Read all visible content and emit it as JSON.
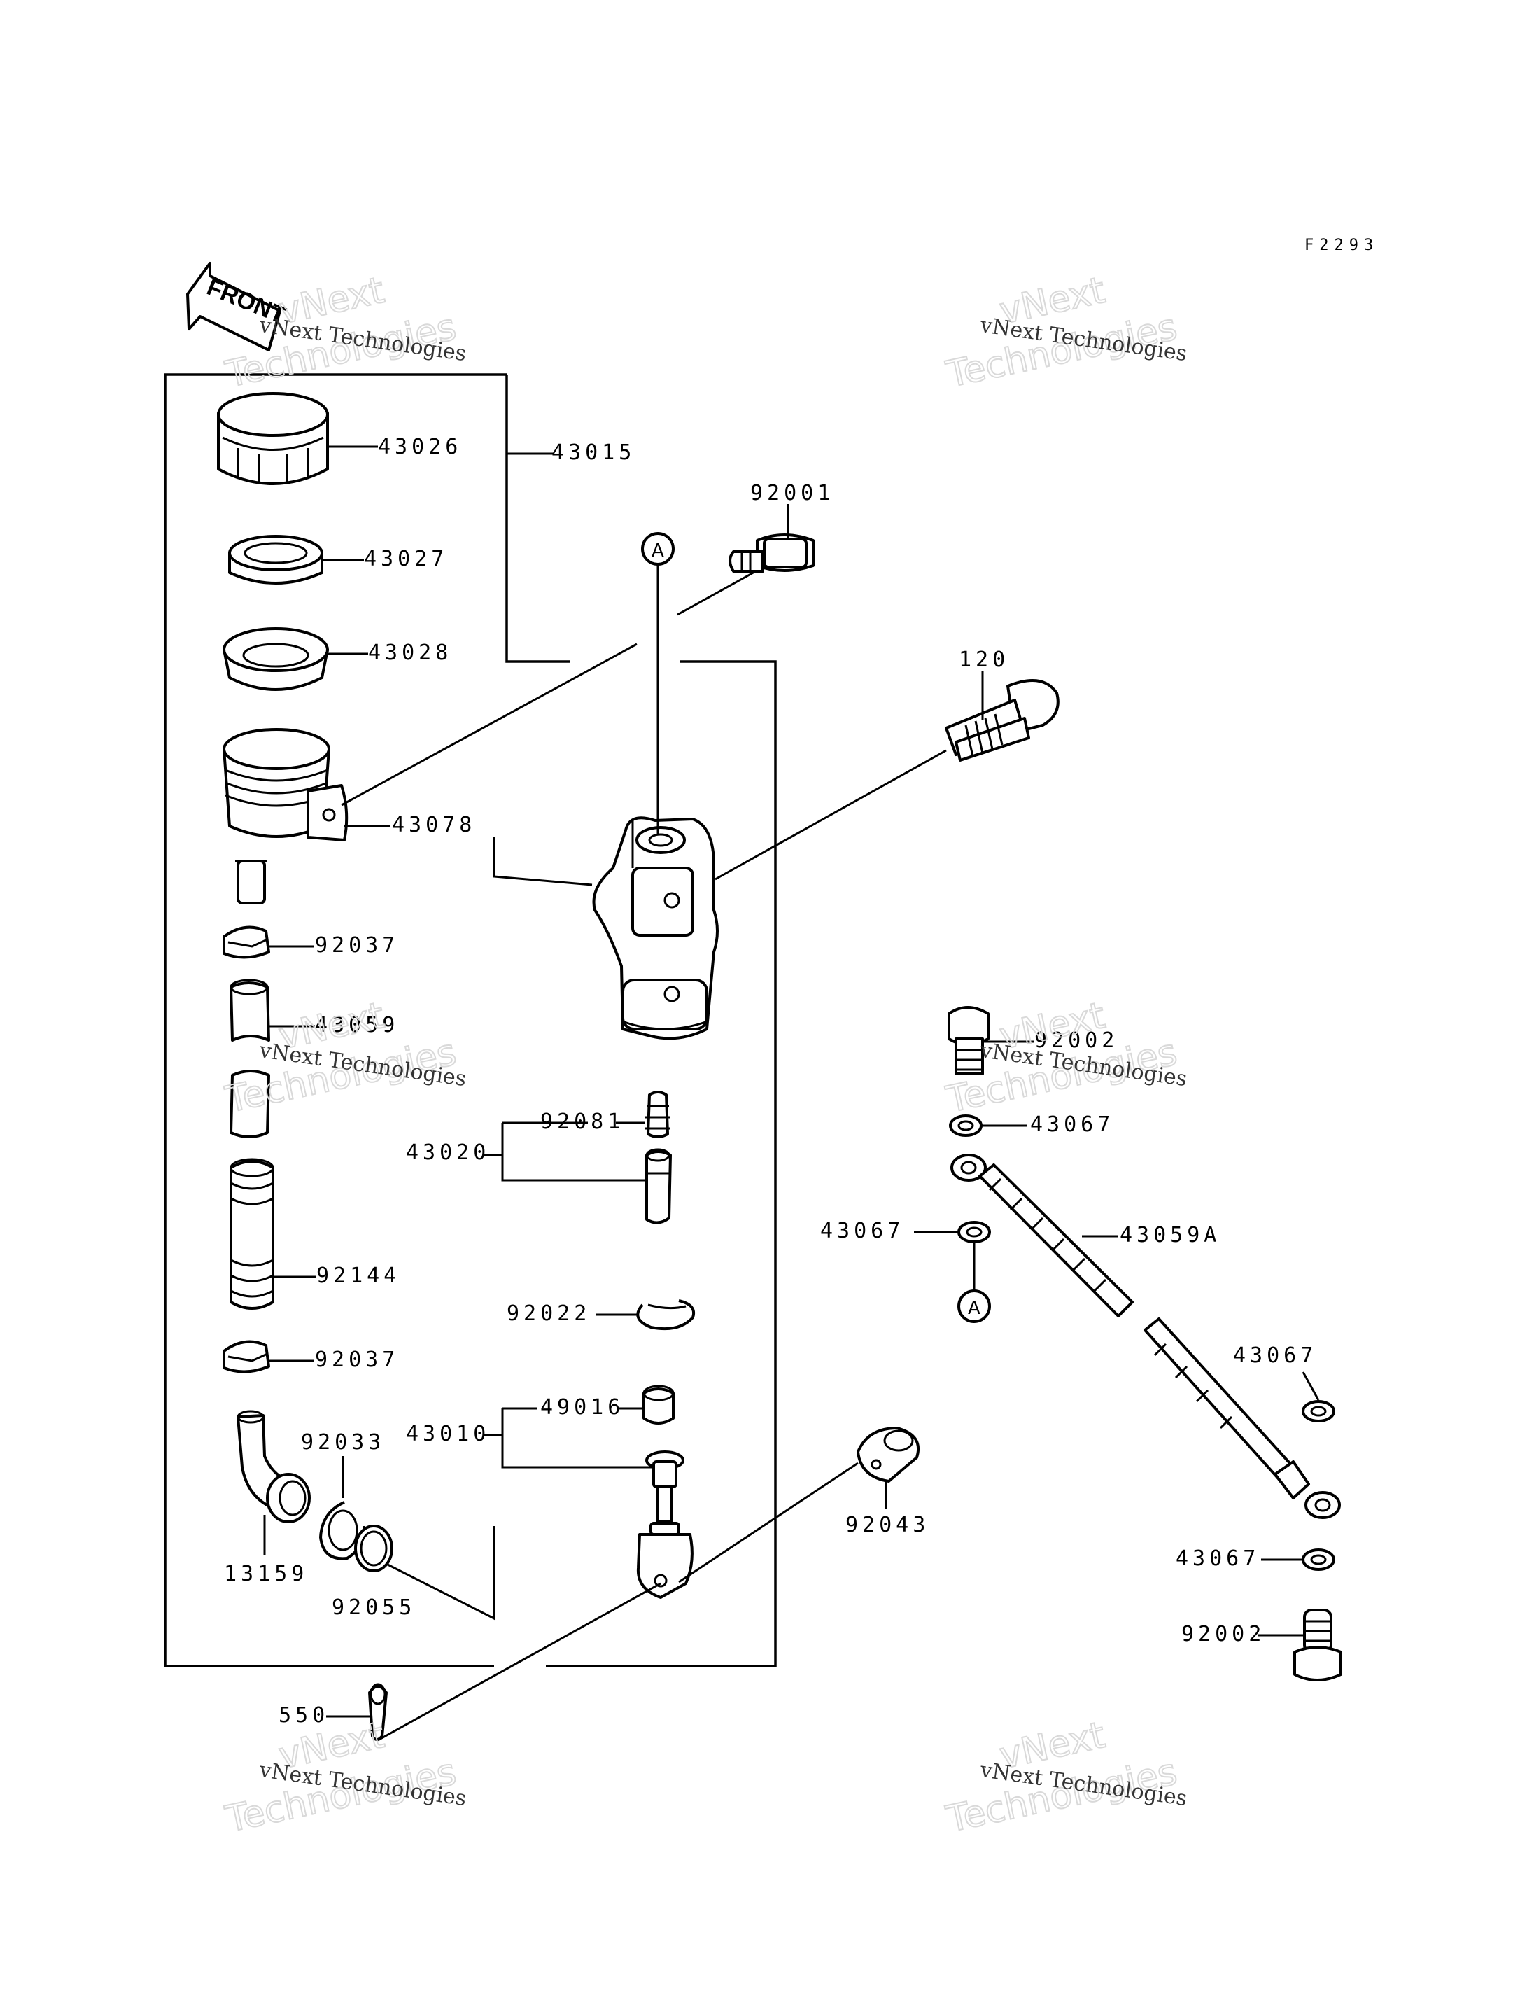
{
  "figure_code": "F2293",
  "front_label": "FRONT",
  "ref_marker": "A",
  "watermark": {
    "line1": "vNext Technologies",
    "line2": "vNext",
    "line3": "Technologies"
  },
  "labels": {
    "p43026": "43026",
    "p43015": "43015",
    "p43027": "43027",
    "p43028": "43028",
    "p43078": "43078",
    "p92037a": "92037",
    "p43059": "43059",
    "p92144": "92144",
    "p92037b": "92037",
    "p92033": "92033",
    "p13159": "13159",
    "p92055": "92055",
    "p92001": "92001",
    "p120": "120",
    "p43020": "43020",
    "p92081": "92081",
    "p92022": "92022",
    "p43010": "43010",
    "p49016": "49016",
    "p92043": "92043",
    "p550": "550",
    "p92002a": "92002",
    "p43067a": "43067",
    "p43067b": "43067",
    "p43059A": "43059A",
    "p43067c": "43067",
    "p43067d": "43067",
    "p92002b": "92002"
  }
}
